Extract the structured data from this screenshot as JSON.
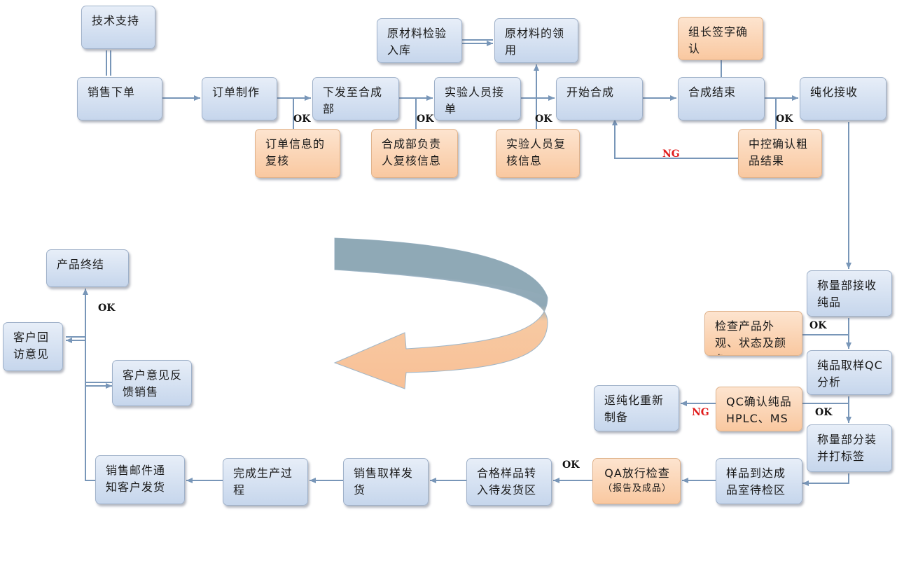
{
  "colors": {
    "line": "#7896b8",
    "ng_text": "#e01b1b",
    "box_blue": "#c6d6ec",
    "box_orange": "#f9c8a0"
  },
  "nodes": {
    "tech_support": "技术支持",
    "sales_order": "销售下单",
    "order_make": "订单制作",
    "issue_to_synthesis": "下发至合成部",
    "raw_material_check": "原材料检验入库",
    "raw_material_use": "原材料的领用",
    "lab_receive": "实验人员接单",
    "start_synthesis": "开始合成",
    "leader_sign": "组长签字确认",
    "synthesis_end": "合成结束",
    "purification_receive": "纯化接收",
    "order_info_review": "订单信息的复核",
    "synthesis_head_review": "合成部负责人复核信息",
    "lab_review": "实验人员复核信息",
    "ipc_confirm": "中控确认粗品结果",
    "weighing_receive": "称量部接收纯品",
    "check_appearance": "检查产品外观、状态及颜色",
    "pure_sampling": "纯品取样QC分析",
    "qc_confirm": "QC确认纯品HPLC、MS",
    "re_purify": "返纯化重新制备",
    "weighing_pack": "称量部分装并打标签",
    "sample_to_room": "样品到达成品室待检区",
    "qa_release": "QA放行检查",
    "qa_release_sub": "（报告及成品）",
    "qualified_transfer": "合格样品转入待发货区",
    "sales_sampling": "销售取样发货",
    "finish_production": "完成生产过程",
    "sales_email": "销售邮件通知客户发货",
    "product_end": "产品终结",
    "customer_visit": "客户回访意见",
    "customer_feedback": "客户意见反馈销售"
  },
  "labels": {
    "ok_1": "OK",
    "ok_2": "OK",
    "ok_3": "OK",
    "ok_4": "OK",
    "ok_5": "OK",
    "ok_6": "OK",
    "ok_7": "OK",
    "ok_8": "OK",
    "ng_1": "NG",
    "ng_2": "NG"
  }
}
